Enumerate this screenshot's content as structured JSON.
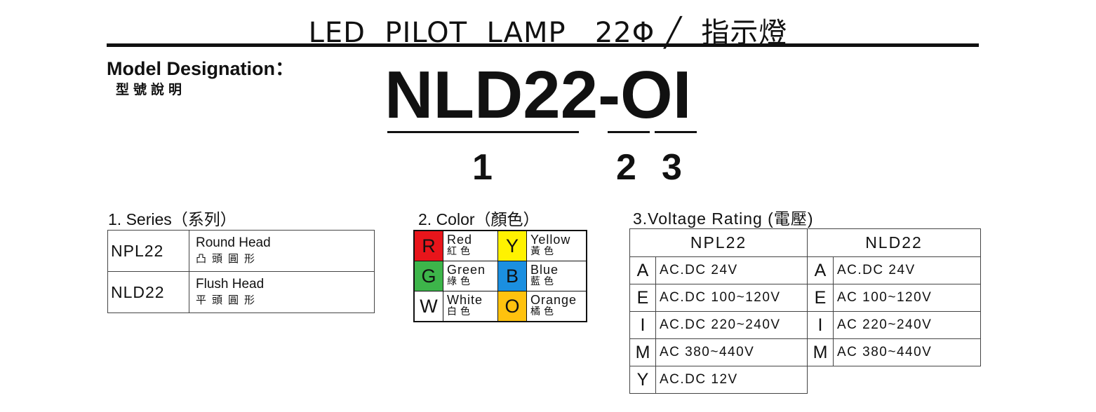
{
  "header": {
    "title": "LED  PILOT  LAMP   22Φ ╱  指示燈"
  },
  "model": {
    "label": "Model Designation：",
    "label_zh": "型號說明",
    "code": "NLD22-OI",
    "part_numbers": [
      "1",
      "2",
      "3"
    ]
  },
  "series": {
    "title": "1. Series（系列）",
    "rows": [
      {
        "code": "NPL22",
        "desc_en": "Round Head",
        "desc_zh": "凸頭圓形"
      },
      {
        "code": "NLD22",
        "desc_en": "Flush Head",
        "desc_zh": "平頭圓形"
      }
    ]
  },
  "color": {
    "title": "2. Color（顏色）",
    "rows": [
      [
        {
          "letter": "R",
          "name_en": "Red",
          "name_zh": "紅色",
          "bg": "#e8151b",
          "fg": "#111111"
        },
        {
          "letter": "Y",
          "name_en": "Yellow",
          "name_zh": "黃色",
          "bg": "#fff200",
          "fg": "#111111"
        }
      ],
      [
        {
          "letter": "G",
          "name_en": "Green",
          "name_zh": "綠色",
          "bg": "#3db54a",
          "fg": "#111111"
        },
        {
          "letter": "B",
          "name_en": "Blue",
          "name_zh": "藍色",
          "bg": "#1b8fe0",
          "fg": "#111111"
        }
      ],
      [
        {
          "letter": "W",
          "name_en": "White",
          "name_zh": "白色",
          "bg": "#ffffff",
          "fg": "#111111"
        },
        {
          "letter": "O",
          "name_en": "Orange",
          "name_zh": "橘色",
          "bg": "#ffc20e",
          "fg": "#111111"
        }
      ]
    ]
  },
  "voltage": {
    "title": "3.Voltage Rating (電壓)",
    "headers": [
      "NPL22",
      "NLD22"
    ],
    "rows": [
      {
        "npl_code": "A",
        "npl_value": "AC.DC 24V",
        "nld_code": "A",
        "nld_value": "AC.DC 24V"
      },
      {
        "npl_code": "E",
        "npl_value": "AC.DC 100~120V",
        "nld_code": "E",
        "nld_value": "AC 100~120V"
      },
      {
        "npl_code": "I",
        "npl_value": "AC.DC 220~240V",
        "nld_code": "I",
        "nld_value": "AC 220~240V"
      },
      {
        "npl_code": "M",
        "npl_value": "AC 380~440V",
        "nld_code": "M",
        "nld_value": "AC 380~440V"
      },
      {
        "npl_code": "Y",
        "npl_value": "AC.DC 12V"
      }
    ]
  }
}
